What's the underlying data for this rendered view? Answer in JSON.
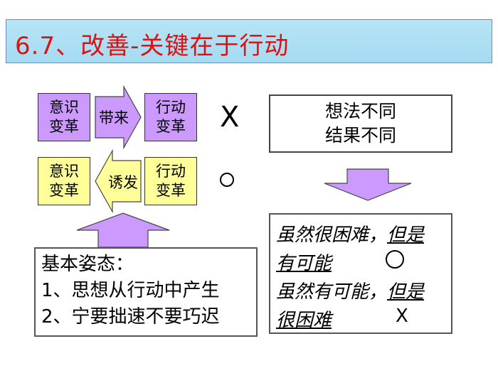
{
  "title": "6.7、改善-关键在于行动",
  "top_flow": {
    "left_box": [
      "意识",
      "变革"
    ],
    "arrow_label": "带来",
    "right_box": [
      "行动",
      "变革"
    ],
    "mark": "X"
  },
  "bottom_flow": {
    "left_box": [
      "意识",
      "变革"
    ],
    "arrow_label": "诱发",
    "right_box": [
      "行动",
      "变革"
    ]
  },
  "idea_box": [
    "想法不同",
    "结果不同"
  ],
  "attitude": {
    "heading": "基本姿态：",
    "items": [
      "1、思想从行动中产生",
      "2、宁要拙速不要巧迟"
    ]
  },
  "results": {
    "line1": "虽然很困难，但是",
    "line2": "有可能",
    "line3": "虽然有可能，但是",
    "line4": "很困难",
    "mark_x": "X"
  },
  "colors": {
    "title_text": "#e01010",
    "title_bg": "#a8dcf2",
    "purple": "#cc99ff",
    "yellow": "#ffff99"
  }
}
